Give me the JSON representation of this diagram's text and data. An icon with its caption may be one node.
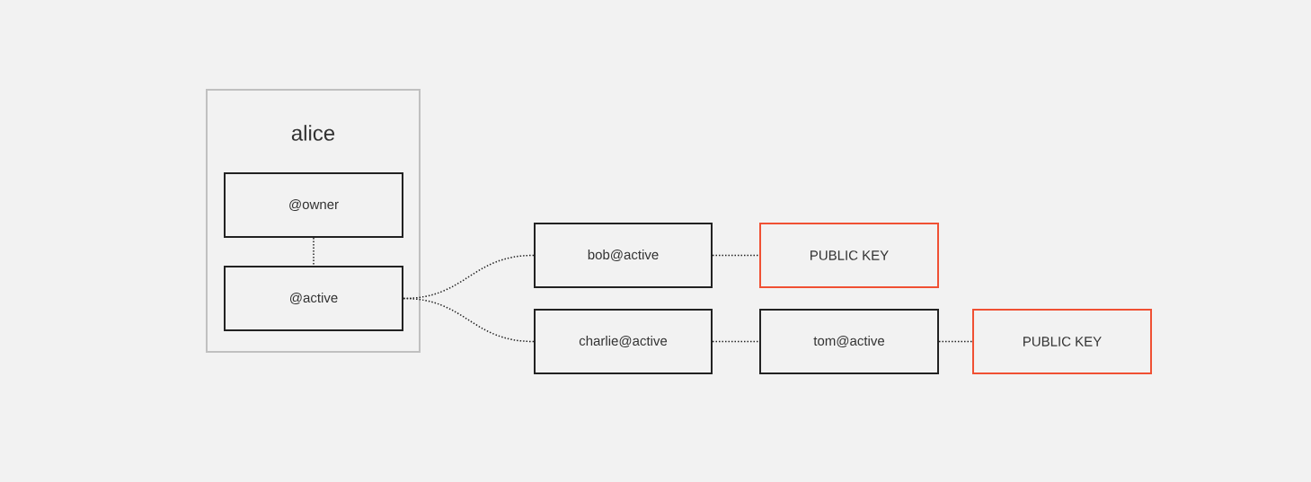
{
  "diagram": {
    "nodes": [
      {
        "text": [
          "alice"
        ]
      },
      {
        "text": [
          "@owner"
        ],
        "in": 0
      },
      {
        "text": [
          "@active"
        ],
        "in": 0
      },
      {
        "text": [
          "bob@active"
        ]
      },
      {
        "text": [
          "PUBLIC KEY"
        ]
      },
      {
        "text": [
          "charlie@active"
        ]
      },
      {
        "text": [
          "tom@active"
        ]
      },
      {
        "text": [
          "PUBLIC KEY"
        ]
      }
    ],
    "edges": [
      {
        "from": 1,
        "to": 2,
        "arrow": "none"
      },
      {
        "from": 2,
        "to": 3,
        "arrow": "none"
      },
      {
        "from": 2,
        "to": 5,
        "arrow": "none"
      },
      {
        "from": 3,
        "to": 4,
        "arrow": "none"
      },
      {
        "from": 5,
        "to": 6,
        "arrow": "none"
      },
      {
        "from": 6,
        "to": 7,
        "arrow": "none"
      }
    ]
  }
}
